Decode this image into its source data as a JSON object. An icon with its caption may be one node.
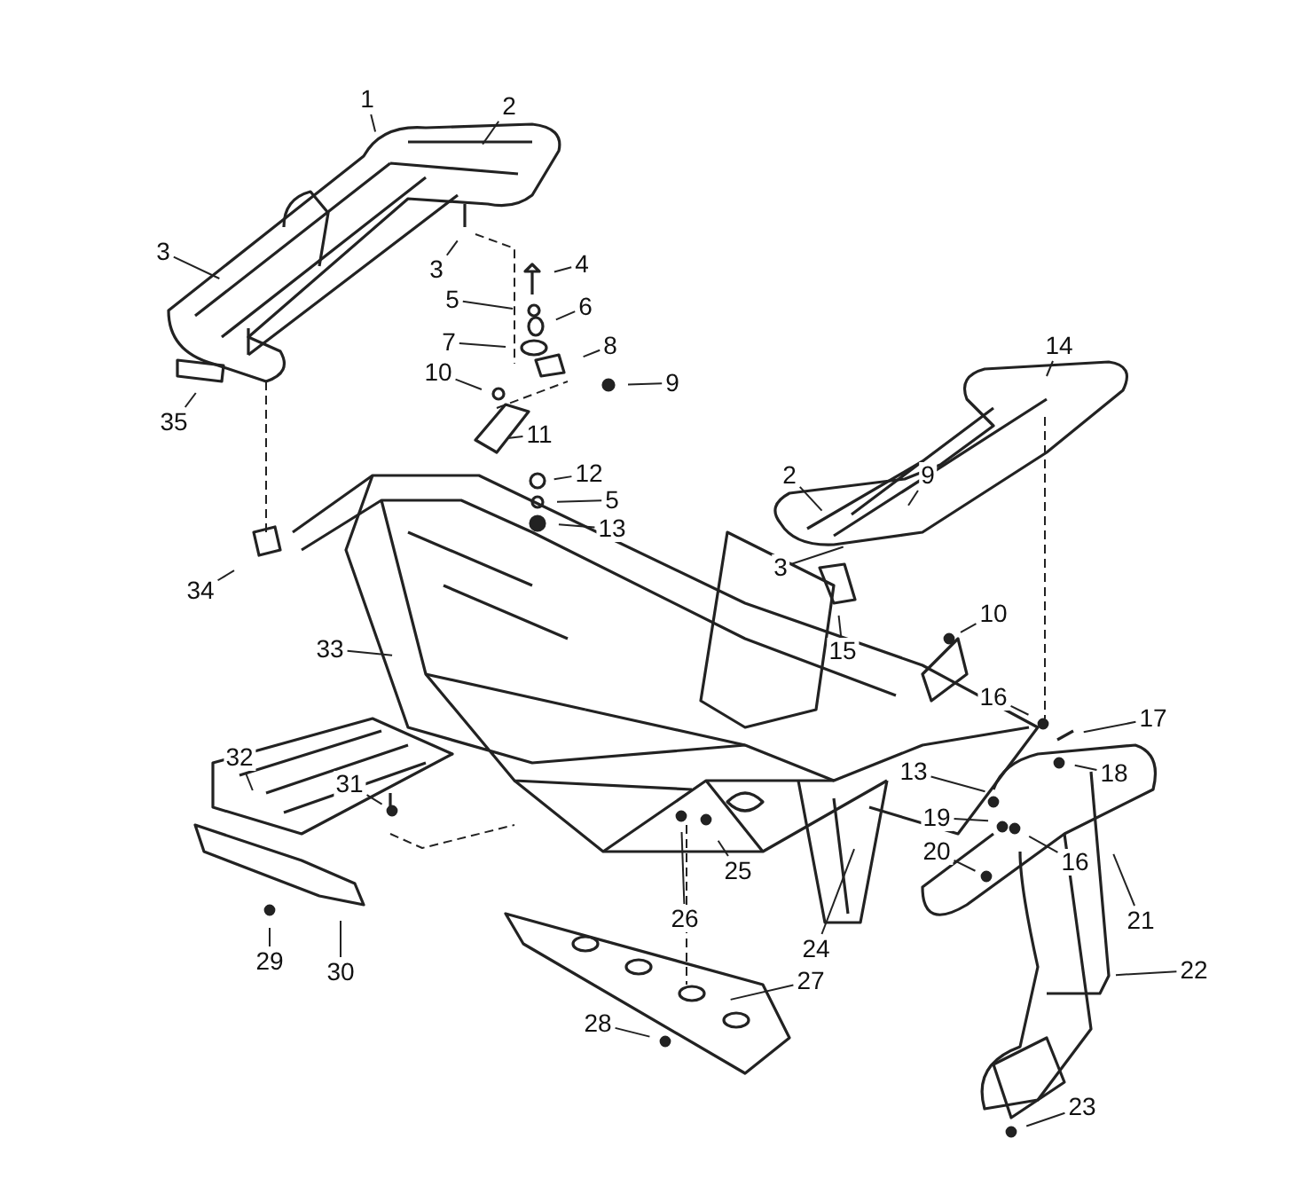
{
  "diagram": {
    "nodes": [
      {
        "text": [
          "1"
        ]
      },
      {
        "text": [
          "2"
        ]
      },
      {
        "text": [
          "3"
        ]
      },
      {
        "text": [
          "3"
        ]
      },
      {
        "text": [
          "4"
        ]
      },
      {
        "text": [
          "5"
        ]
      },
      {
        "text": [
          "6"
        ]
      },
      {
        "text": [
          "7"
        ]
      },
      {
        "text": [
          "8"
        ]
      },
      {
        "text": [
          "9"
        ]
      },
      {
        "text": [
          "10"
        ]
      },
      {
        "text": [
          "11"
        ]
      },
      {
        "text": [
          "12"
        ]
      },
      {
        "text": [
          "5"
        ]
      },
      {
        "text": [
          "13"
        ]
      },
      {
        "text": [
          "35"
        ]
      },
      {
        "text": [
          "34"
        ]
      },
      {
        "text": [
          "14"
        ]
      },
      {
        "text": [
          "2"
        ]
      },
      {
        "text": [
          "9"
        ]
      },
      {
        "text": [
          "3"
        ]
      },
      {
        "text": [
          "15"
        ]
      },
      {
        "text": [
          "10"
        ]
      },
      {
        "text": [
          "16"
        ]
      },
      {
        "text": [
          "17"
        ]
      },
      {
        "text": [
          "18"
        ]
      },
      {
        "text": [
          "13"
        ]
      },
      {
        "text": [
          "19"
        ]
      },
      {
        "text": [
          "20"
        ]
      },
      {
        "text": [
          "16"
        ]
      },
      {
        "text": [
          "21"
        ]
      },
      {
        "text": [
          "22"
        ]
      },
      {
        "text": [
          "23"
        ]
      },
      {
        "text": [
          "33"
        ]
      },
      {
        "text": [
          "32"
        ]
      },
      {
        "text": [
          "31"
        ]
      },
      {
        "text": [
          "25"
        ]
      },
      {
        "text": [
          "26"
        ]
      },
      {
        "text": [
          "24"
        ]
      },
      {
        "text": [
          "29"
        ]
      },
      {
        "text": [
          "30"
        ]
      },
      {
        "text": [
          "27"
        ]
      },
      {
        "text": [
          "28"
        ]
      }
    ],
    "edges": [
      {
        "from": 0,
        "to": null,
        "arrow": "none"
      },
      {
        "from": 1,
        "to": null,
        "arrow": "none"
      },
      {
        "from": 2,
        "to": null,
        "arrow": "none"
      },
      {
        "from": 3,
        "to": null,
        "arrow": "none"
      },
      {
        "from": 4,
        "to": null,
        "arrow": "none"
      },
      {
        "from": 5,
        "to": null,
        "arrow": "none"
      },
      {
        "from": 6,
        "to": null,
        "arrow": "none"
      },
      {
        "from": 7,
        "to": null,
        "arrow": "none"
      },
      {
        "from": 8,
        "to": null,
        "arrow": "none"
      },
      {
        "from": 9,
        "to": null,
        "arrow": "none"
      },
      {
        "from": 10,
        "to": null,
        "arrow": "none"
      },
      {
        "from": 11,
        "to": null,
        "arrow": "none"
      },
      {
        "from": 12,
        "to": null,
        "arrow": "none"
      },
      {
        "from": 13,
        "to": null,
        "arrow": "none"
      },
      {
        "from": 14,
        "to": null,
        "arrow": "none"
      },
      {
        "from": 15,
        "to": null,
        "arrow": "none"
      },
      {
        "from": 16,
        "to": null,
        "arrow": "none"
      },
      {
        "from": 17,
        "to": null,
        "arrow": "none"
      },
      {
        "from": 18,
        "to": null,
        "arrow": "none"
      },
      {
        "from": 19,
        "to": null,
        "arrow": "none"
      },
      {
        "from": 20,
        "to": null,
        "arrow": "none"
      },
      {
        "from": 21,
        "to": null,
        "arrow": "none"
      },
      {
        "from": 22,
        "to": null,
        "arrow": "none"
      },
      {
        "from": 23,
        "to": null,
        "arrow": "none"
      },
      {
        "from": 24,
        "to": null,
        "arrow": "none"
      },
      {
        "from": 25,
        "to": null,
        "arrow": "none"
      },
      {
        "from": 26,
        "to": null,
        "arrow": "none"
      },
      {
        "from": 27,
        "to": null,
        "arrow": "none"
      },
      {
        "from": 28,
        "to": null,
        "arrow": "none"
      },
      {
        "from": 29,
        "to": null,
        "arrow": "none"
      },
      {
        "from": 30,
        "to": null,
        "arrow": "none"
      },
      {
        "from": 31,
        "to": null,
        "arrow": "none"
      },
      {
        "from": 32,
        "to": null,
        "arrow": "none"
      },
      {
        "from": 33,
        "to": null,
        "arrow": "none"
      },
      {
        "from": 34,
        "to": null,
        "arrow": "none"
      },
      {
        "from": 35,
        "to": null,
        "arrow": "none"
      },
      {
        "from": 36,
        "to": null,
        "arrow": "none"
      },
      {
        "from": 37,
        "to": null,
        "arrow": "none"
      },
      {
        "from": 38,
        "to": null,
        "arrow": "none"
      },
      {
        "from": 39,
        "to": null,
        "arrow": "none"
      },
      {
        "from": 40,
        "to": null,
        "arrow": "none"
      },
      {
        "from": 41,
        "to": null,
        "arrow": "none"
      },
      {
        "from": 42,
        "to": null,
        "arrow": "none"
      }
    ]
  }
}
